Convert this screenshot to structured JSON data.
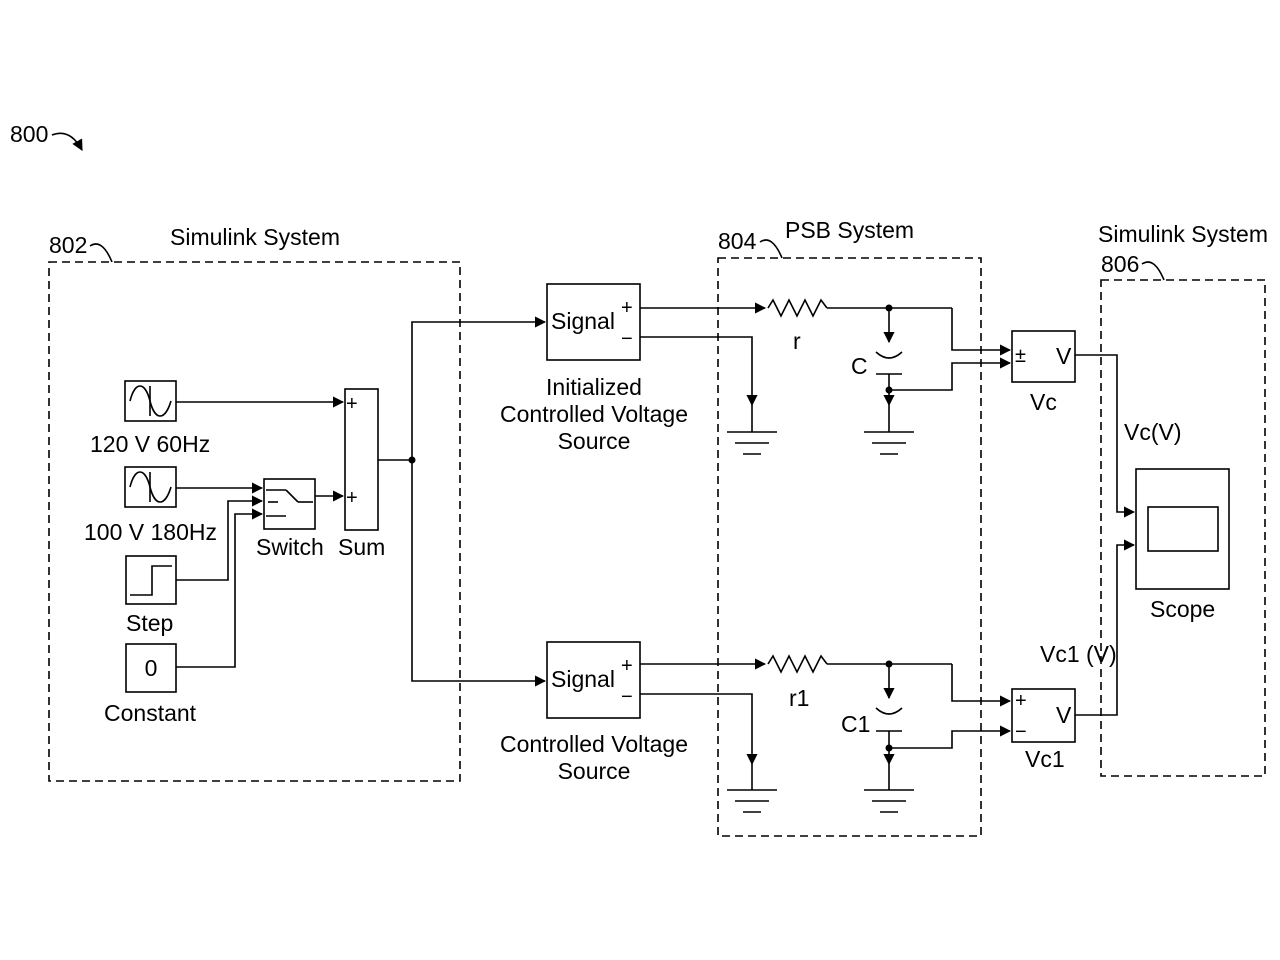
{
  "figure_ref": "800",
  "groups": {
    "left": {
      "ref": "802",
      "title": "Simulink System"
    },
    "middle": {
      "ref": "804",
      "title": "PSB System"
    },
    "right": {
      "ref": "806",
      "title": "Simulink System"
    }
  },
  "blocks": {
    "sine1_label": "120 V 60Hz",
    "sine2_label": "100 V 180Hz",
    "step_label": "Step",
    "constant_label": "Constant",
    "constant_value": "0",
    "switch_label": "Switch",
    "sum_label": "Sum",
    "sum_plus": "+",
    "source1_text": "Signal",
    "source1_label_lines": [
      "Initialized",
      "Controlled Voltage",
      "Source"
    ],
    "source2_text": "Signal",
    "source2_label_lines": [
      "Controlled Voltage",
      "Source"
    ],
    "plus": "+",
    "minus": "−",
    "plusminus": "±",
    "resistor1": "r",
    "resistor2": "r1",
    "capacitor1": "C",
    "capacitor2": "C1",
    "meter1_label": "Vc",
    "meter2_label": "Vc1",
    "meter_out": "V",
    "signal1_label": "Vc(V)",
    "signal2_label": "Vc1 (V)",
    "scope_label": "Scope"
  }
}
